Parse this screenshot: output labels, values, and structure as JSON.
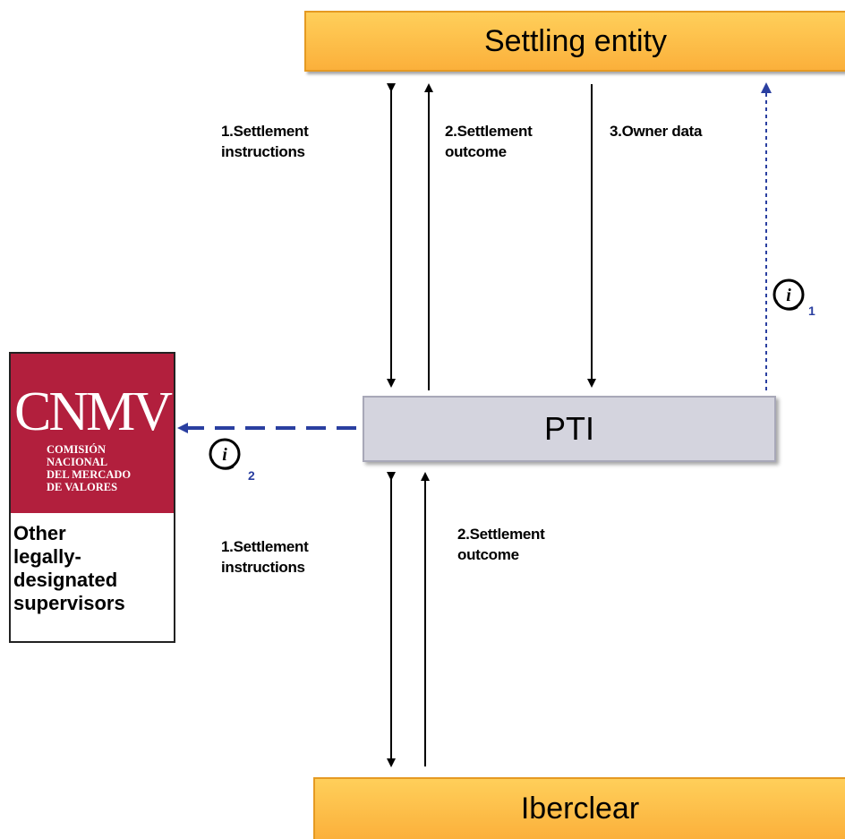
{
  "nodes": {
    "settling_entity": "Settling entity",
    "pti": "PTI",
    "iberclear": "Iberclear"
  },
  "logo": {
    "title": "CNMV",
    "subtitle": "COMISIÓN\nNACIONAL\nDEL MERCADO\nDE VALORES"
  },
  "supervisors_text": "Other\nlegally-\ndesignated\nsupervisors",
  "edge_labels": {
    "top_settlement_instructions": "1.Settlement\ninstructions",
    "top_settlement_outcome": "2.Settlement\noutcome",
    "owner_data": "3.Owner data",
    "bottom_settlement_instructions": "1.Settlement\ninstructions",
    "bottom_settlement_outcome": "2.Settlement\noutcome"
  },
  "info_markers": [
    {
      "icon": "info-icon",
      "subscript": "1"
    },
    {
      "icon": "info-icon",
      "subscript": "2"
    }
  ],
  "colors": {
    "box_orange": "#fbb03b",
    "pti_gray": "#d4d4de",
    "info_arrow_blue": "#2a3fa0",
    "cnmv_red": "#b21f3d"
  }
}
